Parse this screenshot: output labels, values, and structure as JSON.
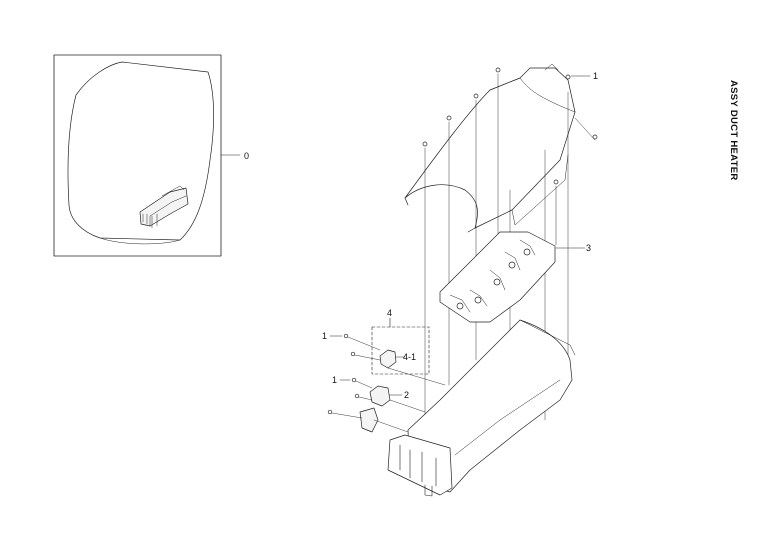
{
  "title": "ASSY DUCT HEATER",
  "callouts": {
    "c0": "0",
    "c1_top": "1",
    "c3": "3",
    "c4": "4",
    "c1_left_a": "1",
    "c4_1": "4-1",
    "c1_left_b": "1",
    "c2": "2"
  }
}
